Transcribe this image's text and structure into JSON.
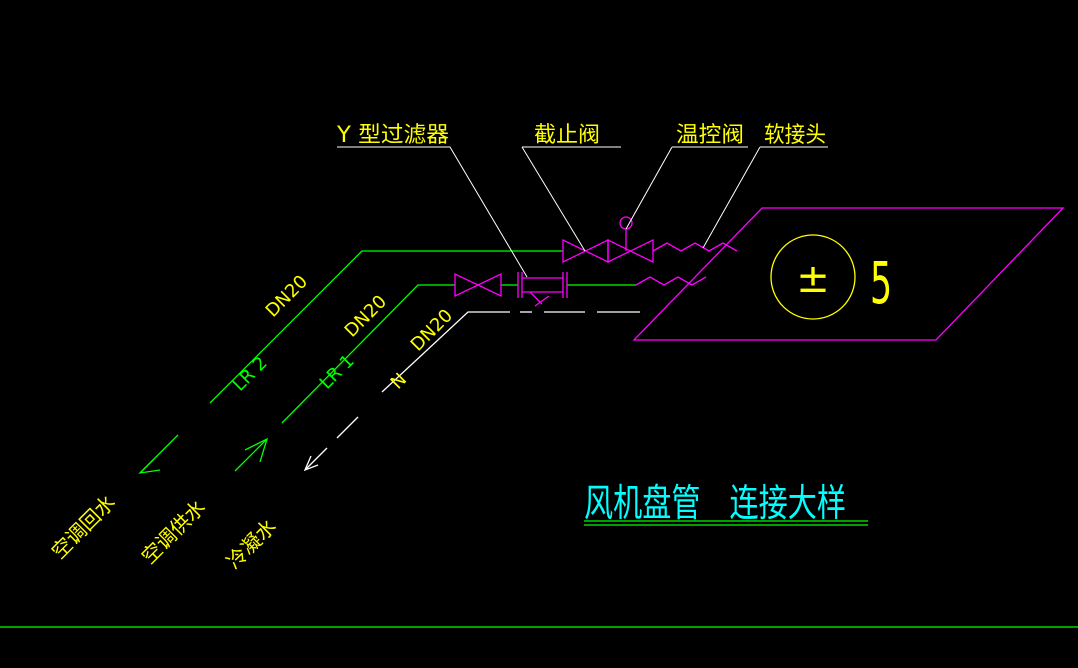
{
  "labels": {
    "filter": "Y 型过滤器",
    "stop_valve": "截止阀",
    "thermo_valve": "温控阀",
    "flex_joint": "软接头"
  },
  "unit": {
    "symbol": "±",
    "number": "5"
  },
  "pipes": {
    "size_return": "DN20",
    "size_supply": "DN20",
    "size_drain": "DN20",
    "code_return": "LR 2",
    "code_supply": "LR 1",
    "code_drain": "N"
  },
  "destinations": {
    "return": "空调回水",
    "supply": "空调供水",
    "drain": "冷凝水"
  },
  "title": "风机盘管　连接大样",
  "colors": {
    "background": "#000000",
    "pipe": "#00ff00",
    "component": "#ff00ff",
    "leader": "#ffffff",
    "label": "#ffff00",
    "title": "#00ffff"
  }
}
